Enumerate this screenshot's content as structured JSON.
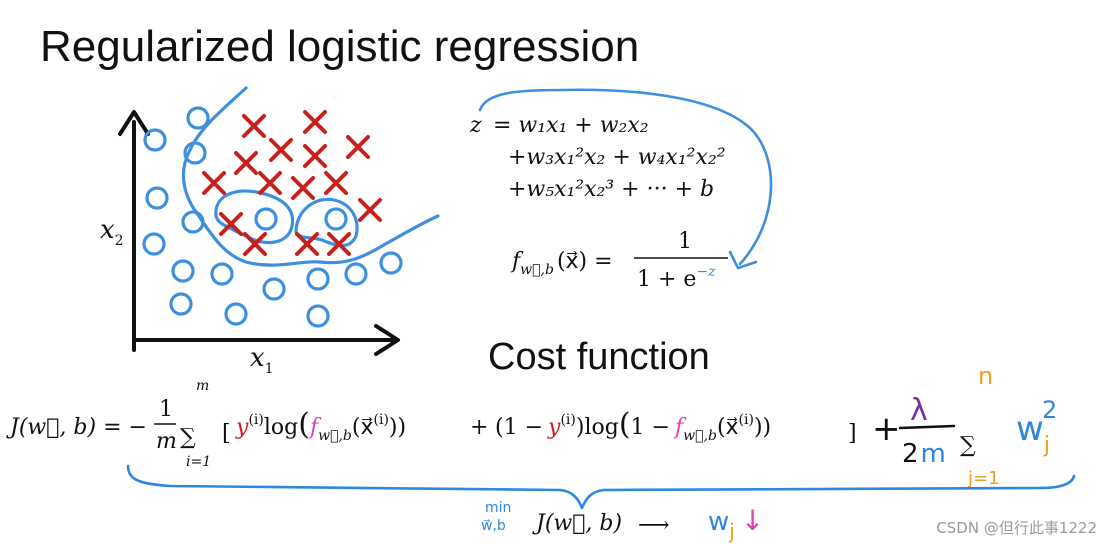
{
  "title": "Regularized logistic regression",
  "subtitle": "Cost function",
  "axes": {
    "x_label": "x",
    "x_sub": "1",
    "y_label": "x",
    "y_sub": "2"
  },
  "model": {
    "z": "z",
    "rhs_line1": "= w₁x₁ + w₂x₂",
    "rhs_line2": "+w₃x₁²x₂ + w₄x₁²x₂²",
    "rhs_line3": "+w₅x₁²x₂³ + ··· + b",
    "f_lhs": "f",
    "f_sub": "w⃗,b",
    "f_arg": "(x⃗) =",
    "numerator": "1",
    "denominator": "1 + e",
    "exponent": "−z"
  },
  "cost": {
    "lhs": "J(w⃗, b) = −",
    "frac_num": "1",
    "frac_den": "m",
    "sum_top": "m",
    "sum_bottom": "i=1",
    "sigma": "∑",
    "y": "y",
    "y_sup": "(i)",
    "log": "log",
    "f": "f",
    "f_sub": "w⃗,b",
    "x_arg": "(x⃗",
    "x_sup": "(i)",
    "plus": "+",
    "one_minus": "(1 −",
    "one_minus_2": "1 −",
    "lambda": "λ",
    "two_m_2": "2",
    "two_m_m": "m",
    "reg_top": "n",
    "reg_bottom": "j=1",
    "w": "w",
    "w_sub": "j",
    "w_sup": "2"
  },
  "minimize": {
    "min": "min",
    "under": "w⃗,b",
    "expr": "J(w⃗, b)",
    "arrow": "⟶",
    "w": "w",
    "w_sub": "j",
    "down": "↓"
  },
  "watermark": "CSDN @但行此事1222",
  "colors": {
    "circle": "#3d8fe0",
    "cross": "#c8201c",
    "boundary": "#3d8fe0",
    "ink": "#111111",
    "y_red": "#c8201c",
    "f_pink": "#e040b0",
    "blue_index": "#1a9ad9",
    "lambda_purple": "#7b2fa0",
    "hand_blue": "#2e88e0",
    "hand_orange": "#f0a020",
    "hand_green": "#5ab84a"
  },
  "scatter": {
    "circles": [
      [
        155,
        140
      ],
      [
        198,
        118
      ],
      [
        195,
        153
      ],
      [
        157,
        198
      ],
      [
        193,
        222
      ],
      [
        154,
        244
      ],
      [
        183,
        271
      ],
      [
        222,
        274
      ],
      [
        181,
        304
      ],
      [
        236,
        314
      ],
      [
        274,
        289
      ],
      [
        318,
        279
      ],
      [
        318,
        316
      ],
      [
        356,
        274
      ],
      [
        391,
        263
      ],
      [
        266,
        219
      ],
      [
        336,
        219
      ]
    ],
    "crosses": [
      [
        254,
        126
      ],
      [
        315,
        122
      ],
      [
        358,
        147
      ],
      [
        281,
        150
      ],
      [
        315,
        156
      ],
      [
        246,
        163
      ],
      [
        214,
        183
      ],
      [
        270,
        183
      ],
      [
        303,
        188
      ],
      [
        336,
        183
      ],
      [
        370,
        210
      ],
      [
        231,
        224
      ],
      [
        255,
        244
      ],
      [
        307,
        244
      ],
      [
        339,
        244
      ]
    ]
  }
}
